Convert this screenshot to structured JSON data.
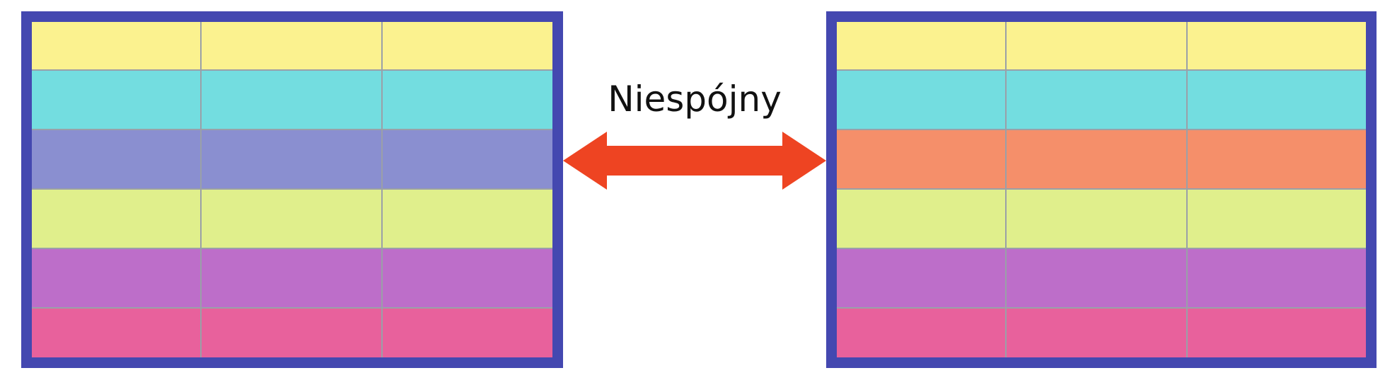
{
  "label": "Niespójny",
  "colors": {
    "frame": "#4448b0",
    "grid": "#9aa0a8",
    "arrow": "#ee4422"
  },
  "left_table": {
    "columns": 3,
    "row_colors": [
      "#fbf28f",
      "#73dde0",
      "#8a8fd0",
      "#e0ef8c",
      "#bd6ec9",
      "#e8619c"
    ]
  },
  "right_table": {
    "columns": 3,
    "row_colors": [
      "#fbf28f",
      "#73dde0",
      "#f58f6a",
      "#e0ef8c",
      "#bd6ec9",
      "#e8619c"
    ]
  },
  "arrow": {
    "direction": "bidirectional",
    "icon": "double-headed-arrow-icon"
  }
}
